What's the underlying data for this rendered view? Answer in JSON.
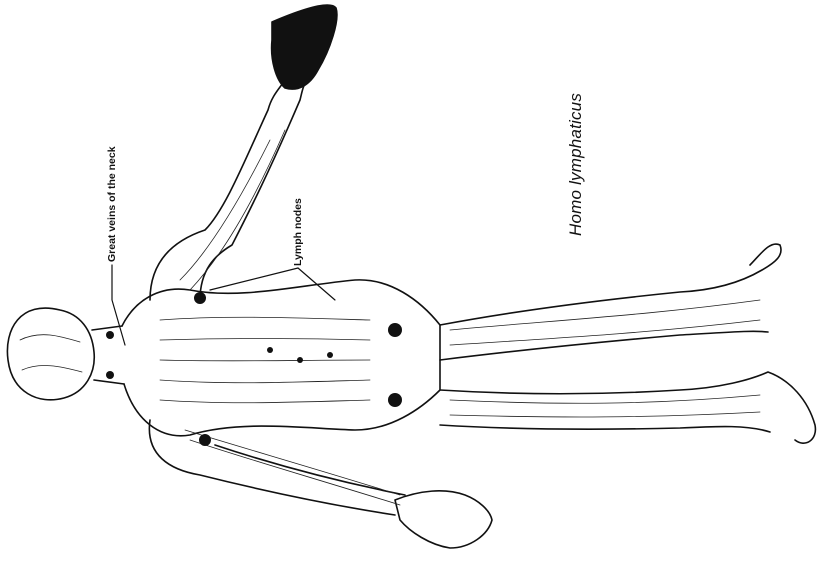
{
  "title": "Homo lymphaticus",
  "labels": {
    "veins": "Great veins of the neck",
    "nodes": "Lymph nodes"
  },
  "colors": {
    "ink": "#111111",
    "paper": "#ffffff"
  }
}
